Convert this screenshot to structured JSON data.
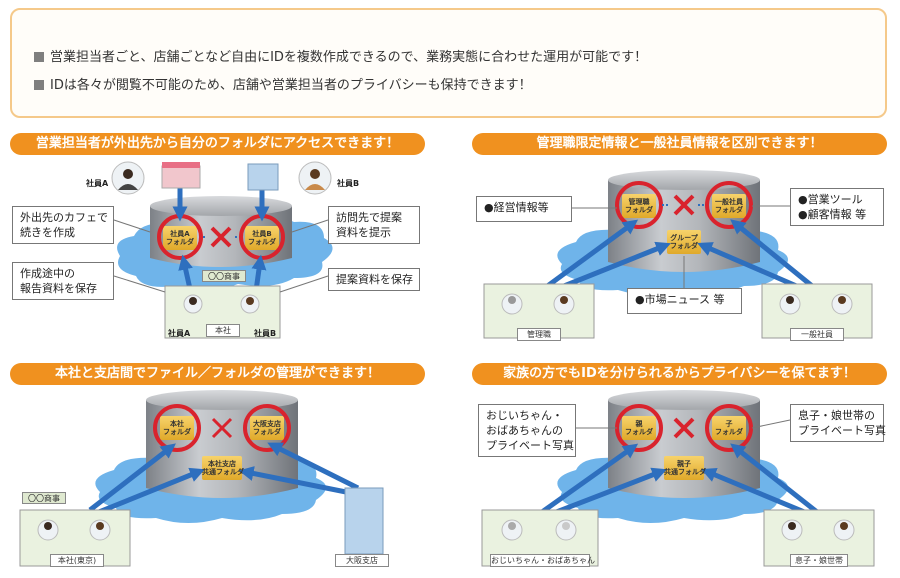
{
  "notice": {
    "lines": [
      "営業担当者ごと、店舗ごとなど自由にIDを複数作成できるので、業務実態に合わせた運用が可能です！",
      "IDは各々が閲覧不可能のため、店舗や営業担当者のプライバシーも保持できます！"
    ]
  },
  "panels": {
    "p1": {
      "title": "営業担当者が外出先から自分のフォルダにアクセスできます！",
      "person_a": "社員A",
      "person_b": "社員B",
      "folder_a": [
        "社員A",
        "フォルダ"
      ],
      "folder_b": [
        "社員B",
        "フォルダ"
      ],
      "callout_tl": [
        "外出先のカフェで",
        "続きを作成"
      ],
      "callout_bl": [
        "作成途中の",
        "報告資料を保存"
      ],
      "callout_tr": [
        "訪問先で提案",
        "資料を提示"
      ],
      "callout_br": "提案資料を保存",
      "company_sign": "〇〇商事",
      "office_caption": "本社",
      "office_a": "社員A",
      "office_b": "社員B"
    },
    "p2": {
      "title": "管理職限定情報と一般社員情報を区別できます！",
      "folder_mgr": [
        "管理職",
        "フォルダ"
      ],
      "folder_gen": [
        "一般社員",
        "フォルダ"
      ],
      "folder_group": [
        "グループ",
        "フォルダ"
      ],
      "callout_left": "●経営情報等",
      "callout_right": [
        "●営業ツール",
        "●顧客情報 等"
      ],
      "callout_bottom": "●市場ニュース 等",
      "caption_left": "管理職",
      "caption_right": "一般社員"
    },
    "p3": {
      "title": "本社と支店間でファイル／フォルダの管理ができます！",
      "folder_hq": [
        "本社",
        "フォルダ"
      ],
      "folder_osaka": [
        "大阪支店",
        "フォルダ"
      ],
      "folder_shared": [
        "本社支店",
        "共通フォルダ"
      ],
      "company_sign": "〇〇商事",
      "caption_left": "本社(東京)",
      "caption_right": "大阪支店"
    },
    "p4": {
      "title": "家族の方でもIDを分けられるからプライバシーを保てます！",
      "folder_parent": [
        "親",
        "フォルダ"
      ],
      "folder_child": [
        "子",
        "フォルダ"
      ],
      "folder_shared": [
        "親子",
        "共通フォルダ"
      ],
      "callout_left": [
        "おじいちゃん・",
        "おばあちゃんの",
        "プライベート写真"
      ],
      "callout_right": [
        "息子・娘世帯の",
        "プライベート写真"
      ],
      "caption_left": "おじいちゃん・おばあちゃん",
      "caption_right": "息子・娘世帯"
    }
  },
  "colors": {
    "accent_orange": "#f0911f",
    "circle_red": "#d9232d",
    "arrow_blue": "#2e6fbe",
    "cloud_blue": "#6fb4ea",
    "cylinder_grey": "#a7abb0"
  }
}
